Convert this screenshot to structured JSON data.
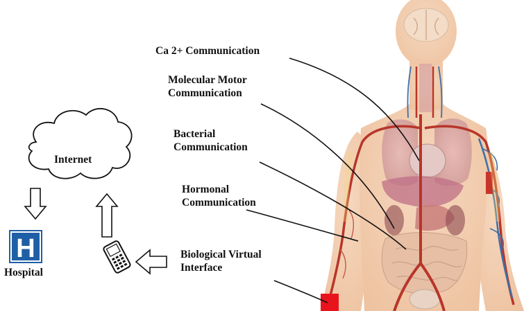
{
  "labels": {
    "calcium": "Ca 2+ Communication",
    "molecular_line1": "Molecular Motor",
    "molecular_line2": "Communication",
    "bacterial_line1": "Bacterial",
    "bacterial_line2": "Communication",
    "hormonal_line1": "Hormonal",
    "hormonal_line2": "Communication",
    "interface_line1": "Biological Virtual",
    "interface_line2": "Interface"
  },
  "internet_label": "Internet",
  "hospital_label": "Hospital",
  "hospital_sign_letter": "H",
  "colors": {
    "body_skin": "#f2ccae",
    "artery": "#b8352a",
    "vein": "#3d6fa8",
    "hospital_blue": "#1f5fa6",
    "interface_marker": "#e8141c"
  },
  "icons": [
    "cloud-icon",
    "hospital-icon",
    "phone-icon",
    "arrow-down-icon",
    "arrow-up-icon",
    "arrow-left-icon",
    "human-body-icon"
  ]
}
